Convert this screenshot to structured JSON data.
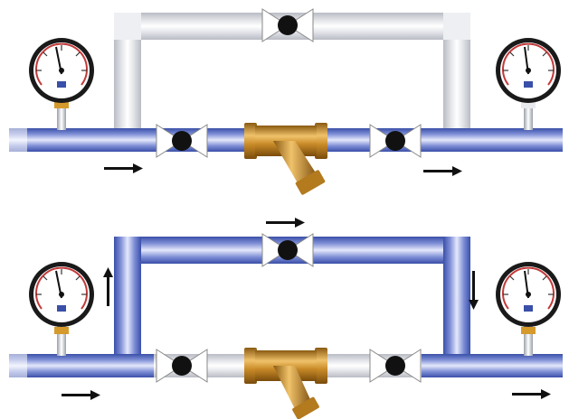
{
  "colors": {
    "background": "#ffffff",
    "pipe_flow_dark": "#3a4fa8",
    "pipe_flow_light": "#c9cff0",
    "pipe_idle_dark": "#b9bcc4",
    "pipe_idle_light": "#f7f7f9",
    "valve_body": "#ffffff",
    "valve_handle": "#111111",
    "filter_brass_dark": "#8a5a12",
    "filter_brass_light": "#e8b45a",
    "gauge_face": "#ffffff",
    "gauge_rim": "#1a1a1a",
    "gauge_scale_red": "#c23a3a",
    "gauge_blue_tag": "#3a4fa8",
    "arrow": "#111111"
  },
  "diagrams": [
    {
      "state": "normal_operation_flow_through_filter",
      "bypass_valve": "closed",
      "inlet_valve": "open",
      "outlet_valve": "open",
      "flow_path": "main_line",
      "icons": [
        "pressure-gauge-icon",
        "ball-valve-icon",
        "y-strainer-icon",
        "flow-arrow-icon"
      ]
    },
    {
      "state": "bypass_operation_filter_isolated",
      "bypass_valve": "open",
      "inlet_valve": "closed",
      "outlet_valve": "closed",
      "flow_path": "bypass_line",
      "icons": [
        "pressure-gauge-icon",
        "ball-valve-icon",
        "y-strainer-icon",
        "flow-arrow-icon"
      ]
    }
  ]
}
